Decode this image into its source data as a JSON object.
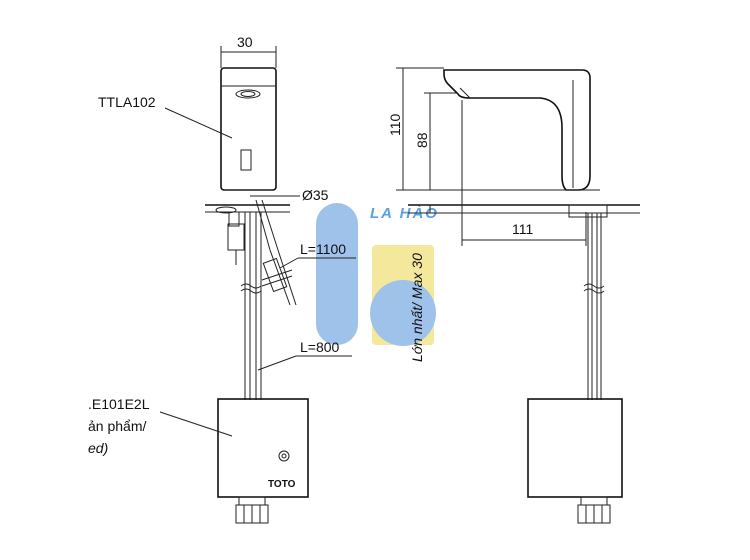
{
  "dimensions": {
    "width_top": "30",
    "diameter": "Ø35",
    "height_total": "110",
    "height_spout": "88",
    "reach": "111",
    "max_thickness": "Lớn nhất/ Max 30",
    "hose_long": "L=1100",
    "hose_short": "L=800"
  },
  "labels": {
    "faucet_model": "TTLA102",
    "control_model": ".E101E2L",
    "note_line1": "ản phẩm/",
    "note_line2": "ed)",
    "brand": "TOTO"
  },
  "watermark": {
    "text": "LA HÀO",
    "color_blue": "#8fb8e8",
    "color_yellow": "#f2e48a"
  }
}
